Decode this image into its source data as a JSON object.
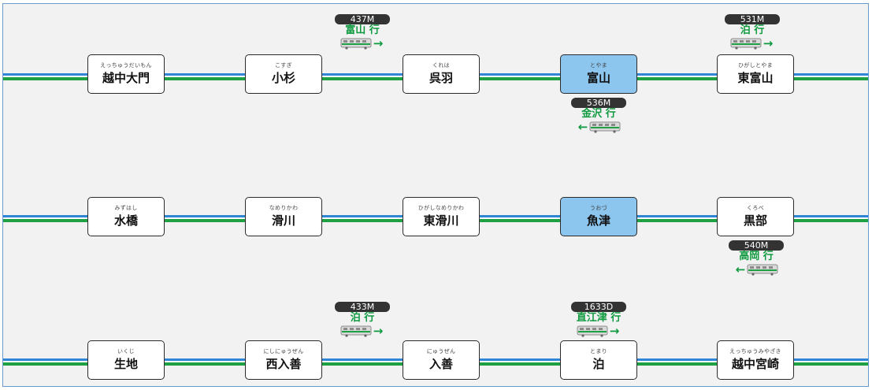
{
  "rows": [
    {
      "stations": [
        {
          "ruby": "えっちゅうだいもん",
          "name": "越中大門",
          "current": false
        },
        {
          "ruby": "こすぎ",
          "name": "小杉",
          "current": false
        },
        {
          "ruby": "くれは",
          "name": "呉羽",
          "current": false
        },
        {
          "ruby": "とやま",
          "name": "富山",
          "current": true
        },
        {
          "ruby": "ひがしとやま",
          "name": "東富山",
          "current": false
        }
      ]
    },
    {
      "stations": [
        {
          "ruby": "みずはし",
          "name": "水橋",
          "current": false
        },
        {
          "ruby": "なめりかわ",
          "name": "滑川",
          "current": false
        },
        {
          "ruby": "ひがしなめりかわ",
          "name": "東滑川",
          "current": false
        },
        {
          "ruby": "うおづ",
          "name": "魚津",
          "current": true
        },
        {
          "ruby": "くろべ",
          "name": "黒部",
          "current": false
        }
      ]
    },
    {
      "stations": [
        {
          "ruby": "いくじ",
          "name": "生地",
          "current": false
        },
        {
          "ruby": "にしにゅうぜん",
          "name": "西入善",
          "current": false
        },
        {
          "ruby": "にゅうぜん",
          "name": "入善",
          "current": false
        },
        {
          "ruby": "とまり",
          "name": "泊",
          "current": false
        },
        {
          "ruby": "えっちゅうみやざき",
          "name": "越中宮崎",
          "current": false
        }
      ]
    }
  ],
  "trains": [
    {
      "number": "437M",
      "destination": "富山 行",
      "direction": "right"
    },
    {
      "number": "531M",
      "destination": "泊 行",
      "direction": "right"
    },
    {
      "number": "536M",
      "destination": "金沢 行",
      "direction": "left"
    },
    {
      "number": "540M",
      "destination": "高岡 行",
      "direction": "left"
    },
    {
      "number": "433M",
      "destination": "泊 行",
      "direction": "right"
    },
    {
      "number": "1633D",
      "destination": "直江津 行",
      "direction": "right"
    }
  ],
  "colors": {
    "line_blue": "#2f86d6",
    "line_green": "#1fa043",
    "current_station": "#8cc6ef",
    "destination_text": "#0f9a3f"
  }
}
